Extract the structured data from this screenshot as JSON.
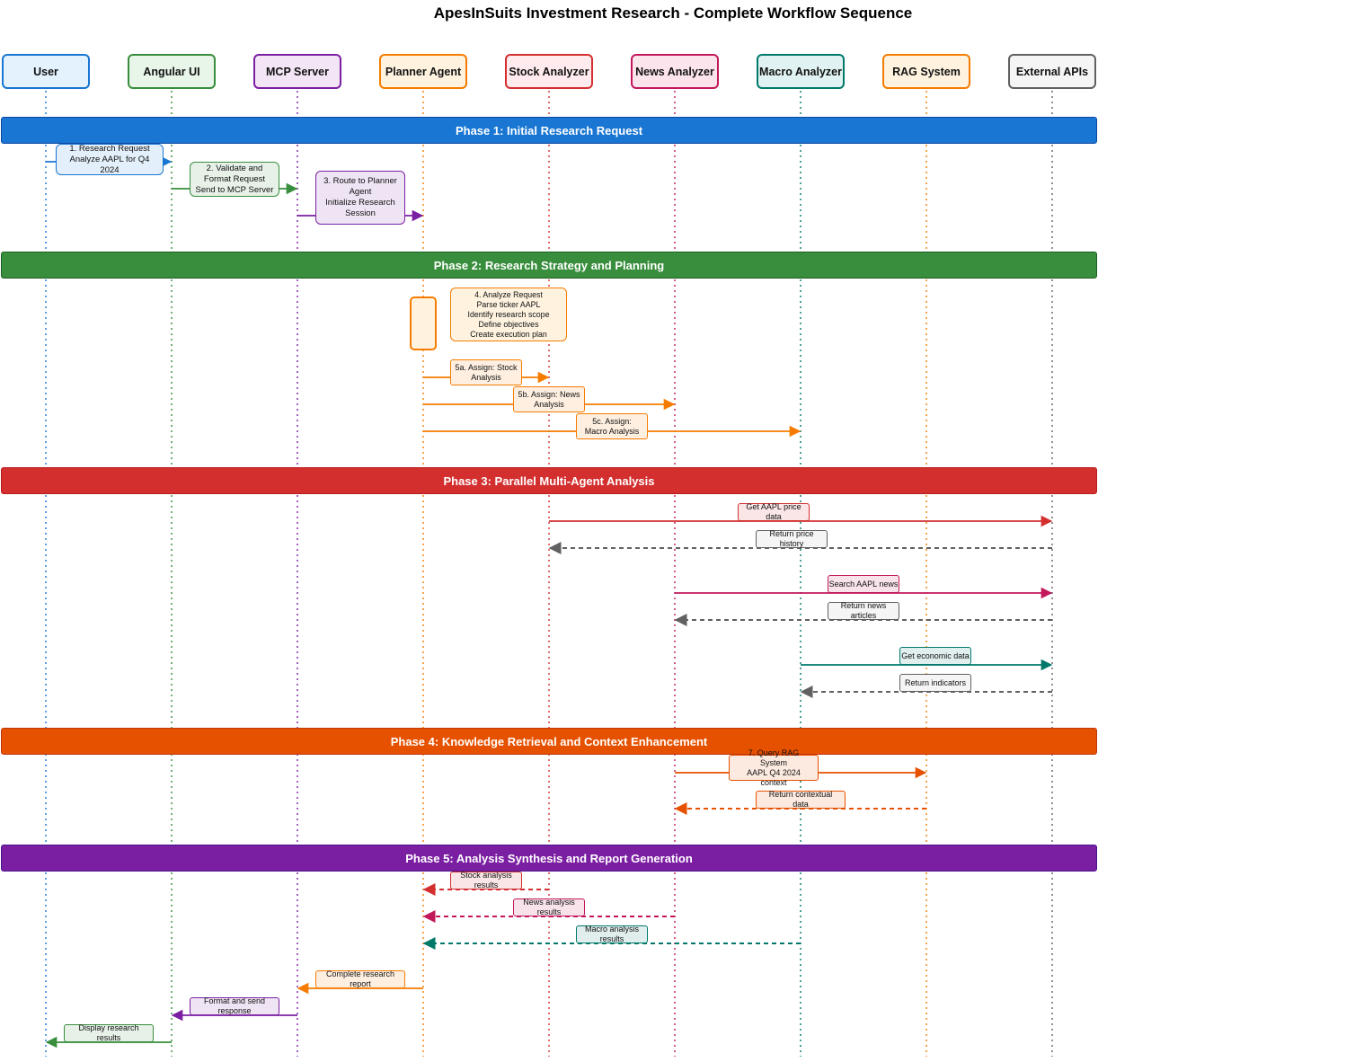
{
  "title": "ApesInSuits Investment Research - Complete Workflow Sequence",
  "actors": [
    {
      "name": "User",
      "fill": "#e3f2fd",
      "stroke": "#1976d2"
    },
    {
      "name": "Angular UI",
      "fill": "#e8f5e9",
      "stroke": "#388e3c"
    },
    {
      "name": "MCP Server",
      "fill": "#f3e5f5",
      "stroke": "#7b1fa2"
    },
    {
      "name": "Planner Agent",
      "fill": "#fff3e0",
      "stroke": "#f57c00"
    },
    {
      "name": "Stock Analyzer",
      "fill": "#ffebee",
      "stroke": "#d32f2f"
    },
    {
      "name": "News Analyzer",
      "fill": "#fce4ec",
      "stroke": "#c2185b"
    },
    {
      "name": "Macro Analyzer",
      "fill": "#e0f2f1",
      "stroke": "#00796b"
    },
    {
      "name": "RAG System",
      "fill": "#fff3e0",
      "stroke": "#f57c00"
    },
    {
      "name": "External APIs",
      "fill": "#f5f5f5",
      "stroke": "#616161"
    }
  ],
  "phases": [
    {
      "label": "Phase 1: Initial Research Request",
      "color": "#1976d2",
      "stroke": "#0d47a1"
    },
    {
      "label": "Phase 2: Research Strategy and Planning",
      "color": "#388e3c",
      "stroke": "#1b5e20"
    },
    {
      "label": "Phase 3: Parallel Multi-Agent Analysis",
      "color": "#d32f2f",
      "stroke": "#b71c1c"
    },
    {
      "label": "Phase 4: Knowledge Retrieval and Context Enhancement",
      "color": "#e65100",
      "stroke": "#bf360c"
    },
    {
      "label": "Phase 5: Analysis Synthesis and Report Generation",
      "color": "#7b1fa2",
      "stroke": "#4a148c"
    }
  ],
  "planner_note": "4. Analyze Request\nParse ticker AAPL\nIdentify research scope\nDefine objectives\nCreate execution plan",
  "messages": [
    {
      "from": 0,
      "to": 1,
      "text": "1. Research Request\nAnalyze AAPL for Q4\n2024",
      "color": "#1976d2",
      "dashed": false
    },
    {
      "from": 1,
      "to": 2,
      "text": "2. Validate and\nFormat Request\nSend to MCP Server",
      "color": "#388e3c",
      "dashed": false
    },
    {
      "from": 2,
      "to": 3,
      "text": "3. Route to Planner\nAgent\nInitialize Research\nSession",
      "color": "#7b1fa2",
      "dashed": false
    },
    {
      "from": 3,
      "to": 4,
      "text": "5a. Assign: Stock\nAnalysis",
      "color": "#f57c00",
      "dashed": false
    },
    {
      "from": 3,
      "to": 5,
      "text": "5b. Assign: News\nAnalysis",
      "color": "#f57c00",
      "dashed": false
    },
    {
      "from": 3,
      "to": 6,
      "text": "5c. Assign:\nMacro Analysis",
      "color": "#f57c00",
      "dashed": false
    },
    {
      "from": 4,
      "to": 8,
      "text": "Get AAPL price\ndata",
      "color": "#d32f2f",
      "dashed": false
    },
    {
      "from": 8,
      "to": 4,
      "text": "Return price\nhistory",
      "color": "#616161",
      "dashed": true
    },
    {
      "from": 5,
      "to": 8,
      "text": "Search AAPL news",
      "color": "#c2185b",
      "dashed": false
    },
    {
      "from": 8,
      "to": 5,
      "text": "Return news\narticles",
      "color": "#616161",
      "dashed": true
    },
    {
      "from": 6,
      "to": 8,
      "text": "Get economic data",
      "color": "#00796b",
      "dashed": false
    },
    {
      "from": 8,
      "to": 6,
      "text": "Return indicators",
      "color": "#616161",
      "dashed": true
    },
    {
      "from": 5,
      "to": 7,
      "text": "7. Query RAG\nSystem\nAAPL Q4 2024\ncontext",
      "color": "#e65100",
      "dashed": false
    },
    {
      "from": 7,
      "to": 5,
      "text": "Return contextual\ndata",
      "color": "#e65100",
      "dashed": true
    },
    {
      "from": 4,
      "to": 3,
      "text": "Stock analysis\nresults",
      "color": "#d32f2f",
      "dashed": true
    },
    {
      "from": 5,
      "to": 3,
      "text": "News analysis\nresults",
      "color": "#c2185b",
      "dashed": true
    },
    {
      "from": 6,
      "to": 3,
      "text": "Macro analysis\nresults",
      "color": "#00796b",
      "dashed": true
    },
    {
      "from": 3,
      "to": 2,
      "text": "Complete research\nreport",
      "color": "#f57c00",
      "dashed": false
    },
    {
      "from": 2,
      "to": 1,
      "text": "Format and send\nresponse",
      "color": "#7b1fa2",
      "dashed": false
    },
    {
      "from": 1,
      "to": 0,
      "text": "Display research\nresults",
      "color": "#388e3c",
      "dashed": false
    }
  ]
}
